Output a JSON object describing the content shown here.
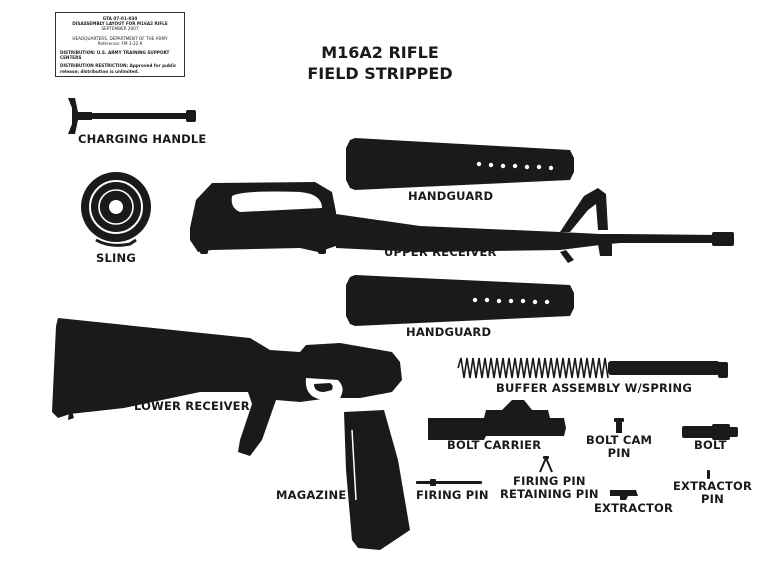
{
  "title": {
    "line1": "M16A2 RIFLE",
    "line2": "FIELD STRIPPED"
  },
  "info_box": {
    "code": "GTA 07-01-030",
    "heading": "DISASSEMBLY LAYOUT FOR M16A2 RIFLE",
    "date": "SEPTEMBER 2007",
    "hq": "HEADQUARTERS, DEPARTMENT OF THE ARMY",
    "reference": "Reference: FM 3-22.9",
    "distribution": "DISTRIBUTION: U.S. ARMY TRAINING SUPPORT CENTERS",
    "restriction": "DISTRIBUTION RESTRICTION: Approved for public release; distribution is unlimited."
  },
  "labels": {
    "charging_handle": "CHARGING HANDLE",
    "handguard_top": "HANDGUARD",
    "sling": "SLING",
    "upper_receiver": "UPPER RECEIVER",
    "handguard_bottom": "HANDGUARD",
    "lower_receiver": "LOWER RECEIVER",
    "buffer_assembly": "BUFFER ASSEMBLY  W/SPRING",
    "bolt_carrier": "BOLT CARRIER",
    "bolt_cam_pin": "BOLT CAM\nPIN",
    "bolt": "BOLT",
    "magazine": "MAGAZINE",
    "firing_pin": "FIRING PIN",
    "firing_pin_retaining_pin": "FIRING PIN\nRETAINING PIN",
    "extractor": "EXTRACTOR",
    "extractor_pin": "EXTRACTOR\nPIN"
  },
  "colors": {
    "silhouette": "#1a1a1a",
    "background": "#ffffff"
  }
}
